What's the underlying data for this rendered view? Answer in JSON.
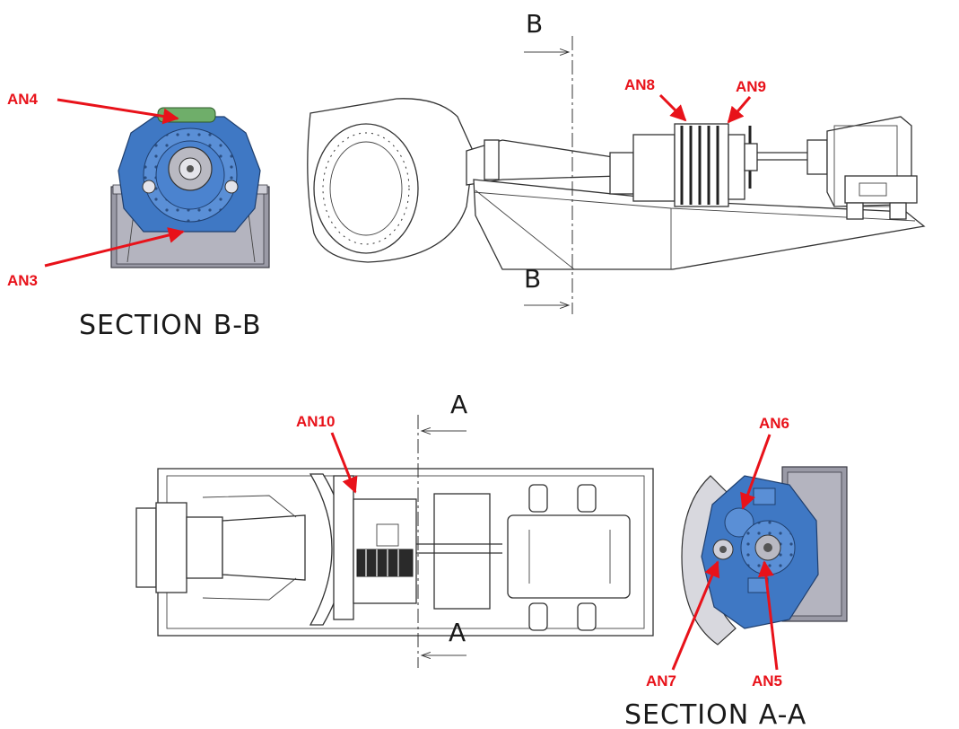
{
  "section_labels": {
    "section_bb": "SECTION B-B",
    "section_aa": "SECTION A-A"
  },
  "cut_letters": {
    "b_top": "B",
    "b_bottom": "B",
    "a_top": "A",
    "a_bottom": "A"
  },
  "annotations": {
    "an3": "AN3",
    "an4": "AN4",
    "an5": "AN5",
    "an6": "AN6",
    "an7": "AN7",
    "an8": "AN8",
    "an9": "AN9",
    "an10": "AN10"
  },
  "colors": {
    "annotation": "#e8121a",
    "component_highlight": "#3f78c4",
    "frame": "#9a9aa6"
  }
}
